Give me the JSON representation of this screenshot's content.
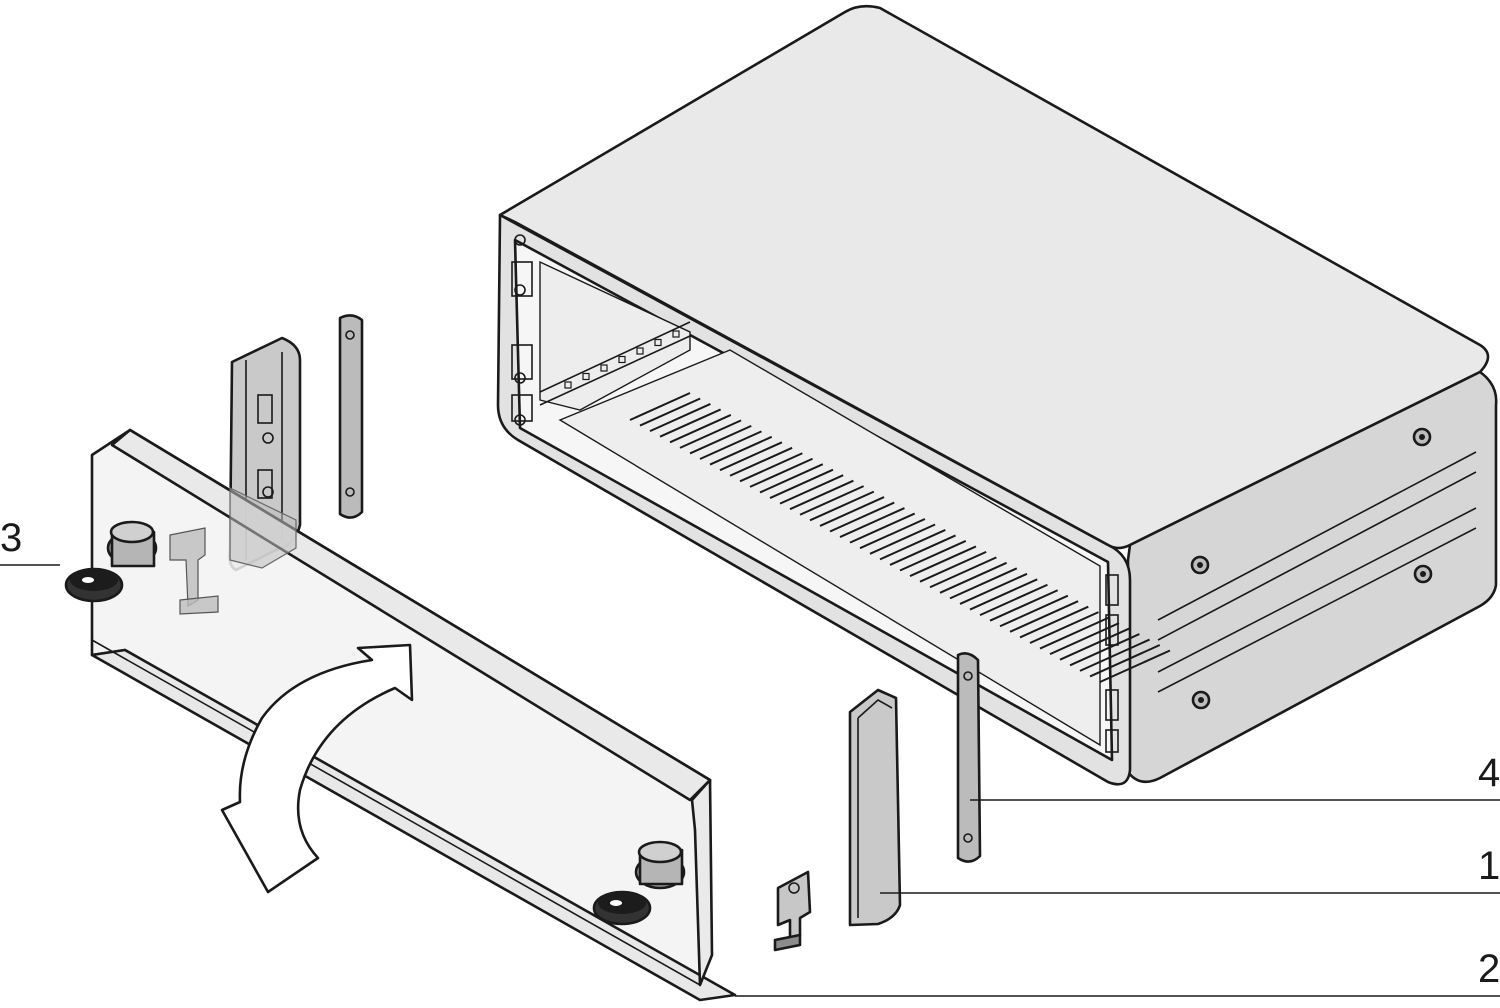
{
  "diagram": {
    "callouts": [
      {
        "id": "callout-1",
        "label": "1"
      },
      {
        "id": "callout-2",
        "label": "2"
      },
      {
        "id": "callout-3",
        "label": "3"
      },
      {
        "id": "callout-4",
        "label": "4"
      }
    ],
    "colors": {
      "case_light": "#e9e9e9",
      "case_mid": "#d4d4d4",
      "case_dark": "#bdbdbd",
      "glass": "#f1f1f1",
      "part_grey": "#c8c8c8",
      "part_dark": "#8c8c8c",
      "outline": "#1a1a1a"
    },
    "icons": [
      "lock-icon",
      "key-icon",
      "swing-arrow-icon",
      "hinge-icon"
    ]
  }
}
